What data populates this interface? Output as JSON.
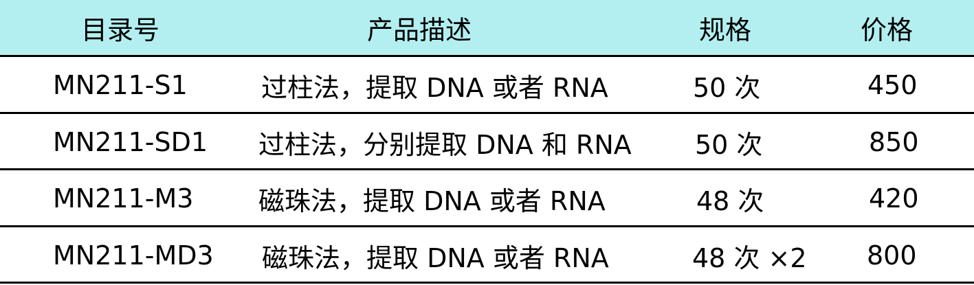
{
  "headers": {
    "catalog_no": "目录号",
    "description": "产品描述",
    "spec": "规格",
    "price": "价格"
  },
  "rows": [
    {
      "catalog_no": "MN211-S1",
      "description": "过柱法，提取 DNA 或者 RNA",
      "spec": "50 次",
      "price": "450"
    },
    {
      "catalog_no": "MN211-SD1",
      "description": "过柱法，分别提取 DNA 和 RNA",
      "spec": "50 次",
      "price": "850"
    },
    {
      "catalog_no": "MN211-M3",
      "description": "磁珠法，提取 DNA 或者 RNA",
      "spec": "48 次",
      "price": "420"
    },
    {
      "catalog_no": "MN211-MD3",
      "description": "磁珠法，提取 DNA 或者 RNA",
      "spec": "48 次 ×2",
      "price": "800"
    }
  ],
  "colors": {
    "header_background": "#b3eff1",
    "rule": "#000000"
  }
}
